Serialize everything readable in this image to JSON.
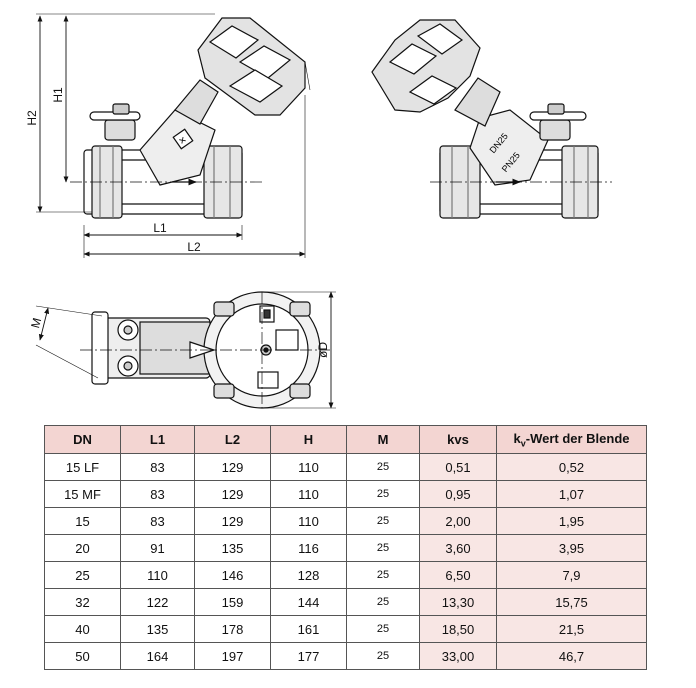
{
  "drawing": {
    "labels": {
      "h1": "H1",
      "h2": "H2",
      "l1": "L1",
      "l2": "L2",
      "m": "M",
      "d": "øD",
      "body_mark_1": "DN25",
      "body_mark_2": "PN25"
    }
  },
  "table": {
    "headers": [
      "DN",
      "L1",
      "L2",
      "H",
      "M",
      "kvs"
    ],
    "kv_header_prefix": "k",
    "kv_header_sub": "v",
    "kv_header_suffix": "-Wert der Blende",
    "rows": [
      [
        "15 LF",
        "83",
        "129",
        "110",
        "25",
        "0,51",
        "0,52"
      ],
      [
        "15 MF",
        "83",
        "129",
        "110",
        "25",
        "0,95",
        "1,07"
      ],
      [
        "15",
        "83",
        "129",
        "110",
        "25",
        "2,00",
        "1,95"
      ],
      [
        "20",
        "91",
        "135",
        "116",
        "25",
        "3,60",
        "3,95"
      ],
      [
        "25",
        "110",
        "146",
        "128",
        "25",
        "6,50",
        "7,9"
      ],
      [
        "32",
        "122",
        "159",
        "144",
        "25",
        "13,30",
        "15,75"
      ],
      [
        "40",
        "135",
        "178",
        "161",
        "25",
        "18,50",
        "21,5"
      ],
      [
        "50",
        "164",
        "197",
        "177",
        "25",
        "33,00",
        "46,7"
      ]
    ]
  }
}
